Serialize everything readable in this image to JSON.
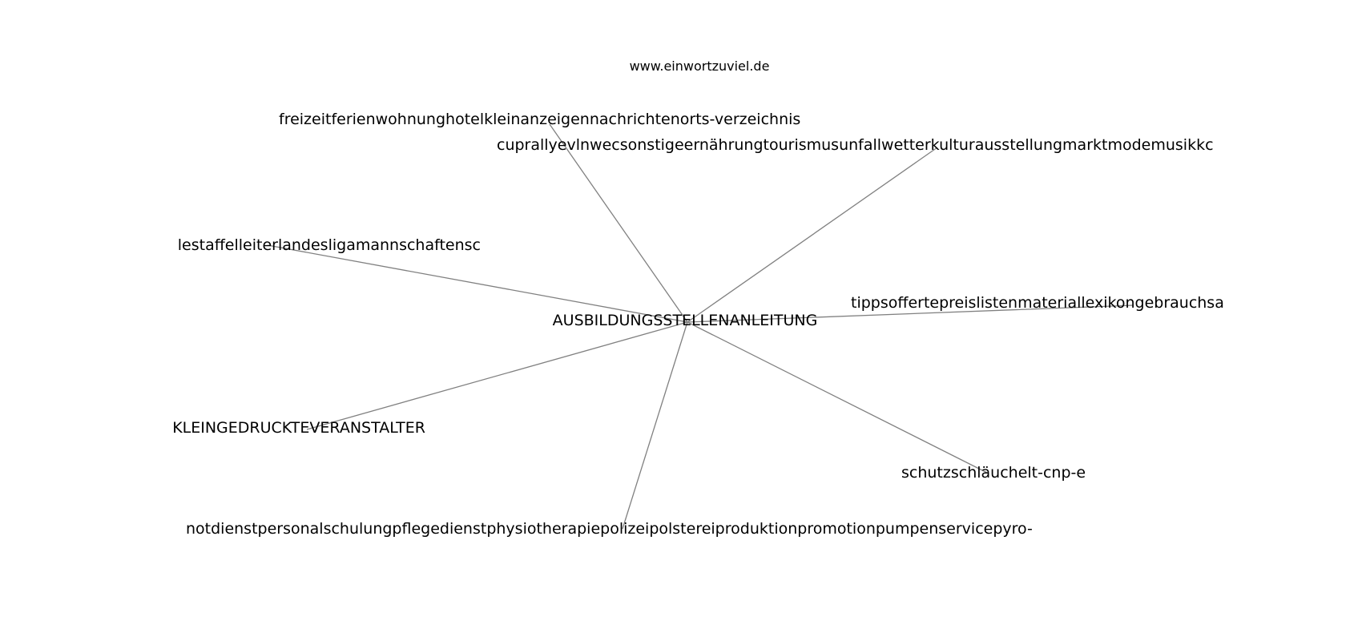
{
  "header": {
    "site": "www.einwortzuviel.de"
  },
  "graph": {
    "center": {
      "label": "AUSBILDUNGSSTELLENANLEITUNG"
    },
    "nodes": [
      {
        "id": "n1",
        "label": "freizeitferienwohnunghotelkleinanzeigennachrichtenorts-verzeichnis"
      },
      {
        "id": "n2",
        "label": "cuprallyevlnwecsonstigeernährungtourismusunfallwetterkulturausstellungmarktmodemusikkc"
      },
      {
        "id": "n3",
        "label": "lestaffelleiterlandesligamannschaftensc"
      },
      {
        "id": "n4",
        "label": "tippsoffertepreislistenmateriallexikongebrauchsa"
      },
      {
        "id": "n5",
        "label": "KLEINGEDRUCKTEVERANSTALTER"
      },
      {
        "id": "n6",
        "label": "schutzschläuchelt-cnp-e"
      },
      {
        "id": "n7",
        "label": "notdienstpersonalschulungpflegedienstphysiotherapiepolizeipolstereiproduktionpromotionpumpenservicepyro-"
      }
    ],
    "edge_color": "#808080"
  }
}
